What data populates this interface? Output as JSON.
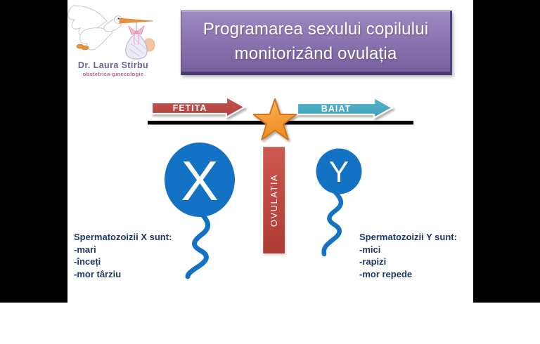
{
  "slide": {
    "logo": {
      "doctor_name": "Dr. Laura Stirbu",
      "specialty": "obstetrica-ginecologie"
    },
    "title_lines": [
      "Programarea sexului copilului",
      "monitorizând ovulația"
    ],
    "timeline": {
      "left_arrow_label": "FETITA",
      "right_arrow_label": "BAIAT",
      "ovulation_label": "OVULATIA"
    },
    "x_sperm": {
      "symbol": "X",
      "heading": "Spermatozoizii X sunt:",
      "traits": [
        "-mari",
        "-înceți",
        "-mor târziu"
      ]
    },
    "y_sperm": {
      "symbol": "Y",
      "heading": "Spermatozoizii Y sunt:",
      "traits": [
        "-mici",
        "-rapizi",
        "-mor repede"
      ]
    },
    "colors": {
      "sperm_blue": "#1372c4",
      "girl_arrow_red": "#bf4b48",
      "boy_arrow_teal": "#4bacc6",
      "ovulation_bar_red": "#bf4a43",
      "star_orange": "#f6a03c",
      "title_banner_purple": "#8571ad",
      "body_text_navy": "#1f3864",
      "letterbox_black": "#000000"
    }
  }
}
